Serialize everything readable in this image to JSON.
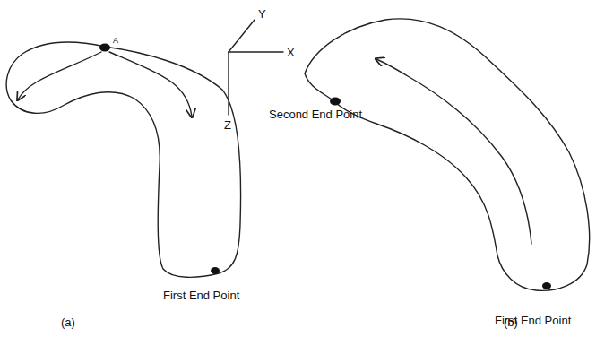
{
  "diagram": {
    "labels": [
      "A",
      "Y",
      "X",
      "Z",
      "First End Point",
      "Second End Point",
      "First End Point",
      "(a)",
      "(b)"
    ]
  }
}
